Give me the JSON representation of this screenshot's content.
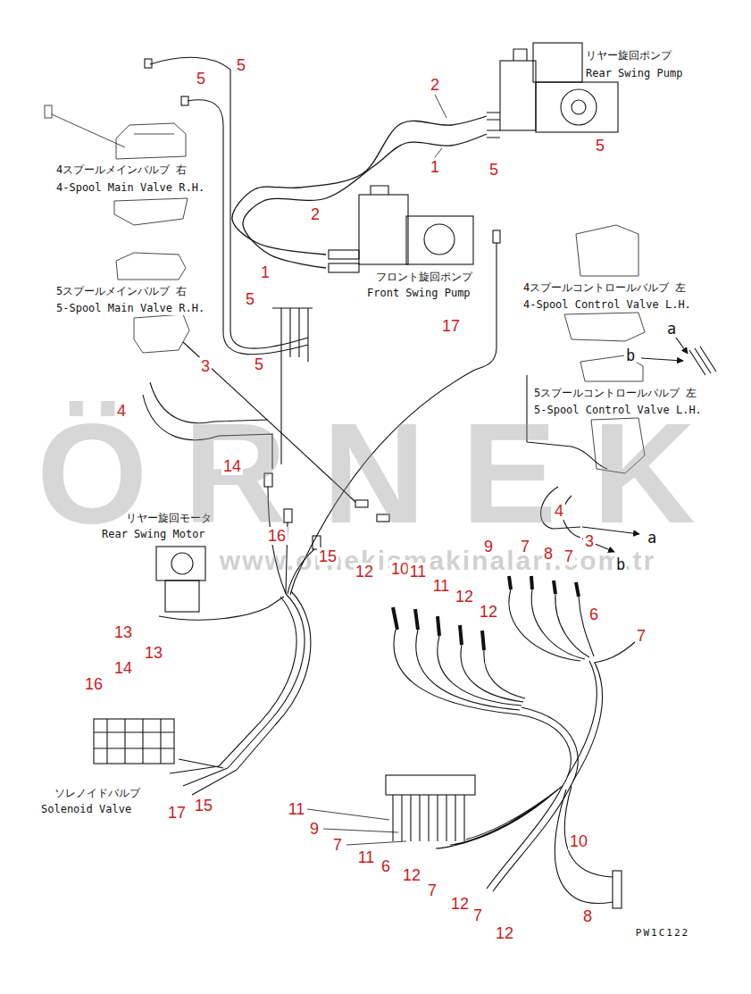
{
  "diagram": {
    "nodes": [
      {
        "text": [
          "リヤー旋回ポンプ",
          "Rear Swing Pump"
        ]
      },
      {
        "text": [
          "4スプールメインバルブ 右",
          "4-Spool Main Valve R.H."
        ]
      },
      {
        "text": [
          "フロント旋回ポンプ",
          "Front Swing Pump"
        ]
      },
      {
        "text": [
          "4スプールコントロールバルブ 左",
          "4-Spool Control Valve L.H."
        ]
      },
      {
        "text": [
          "5スプールメインバルブ 右",
          "5-Spool Main Valve R.H."
        ]
      },
      {
        "text": [
          "5スプールコントロールバルブ 左",
          "5-Spool Control Valve L.H."
        ]
      },
      {
        "text": [
          "リヤー旋回モータ",
          "Rear Swing Motor"
        ]
      },
      {
        "text": [
          "ソレノイドバルブ",
          "Solenoid Valve"
        ]
      }
    ],
    "edges": [
      {
        "from": 0,
        "to": 2,
        "arrow": "none",
        "label": "1"
      },
      {
        "from": 0,
        "to": 2,
        "arrow": "none",
        "label": "2"
      }
    ],
    "labels": [
      "5",
      "5",
      "2",
      "1",
      "5",
      "5",
      "5",
      "5",
      "3",
      "4",
      "17",
      "a",
      "b",
      "14",
      "4",
      "3",
      "a",
      "b",
      "16",
      "15",
      "9",
      "7",
      "8",
      "7",
      "12",
      "10",
      "11",
      "11",
      "12",
      "12",
      "6",
      "7",
      "13",
      "13",
      "14",
      "16",
      "17",
      "15",
      "11",
      "9",
      "7",
      "11",
      "6",
      "12",
      "7",
      "12",
      "7",
      "12",
      "10",
      "8",
      "PW1C122",
      "ÖRNEK",
      "www.ornekismakinalari.com.tr"
    ]
  }
}
